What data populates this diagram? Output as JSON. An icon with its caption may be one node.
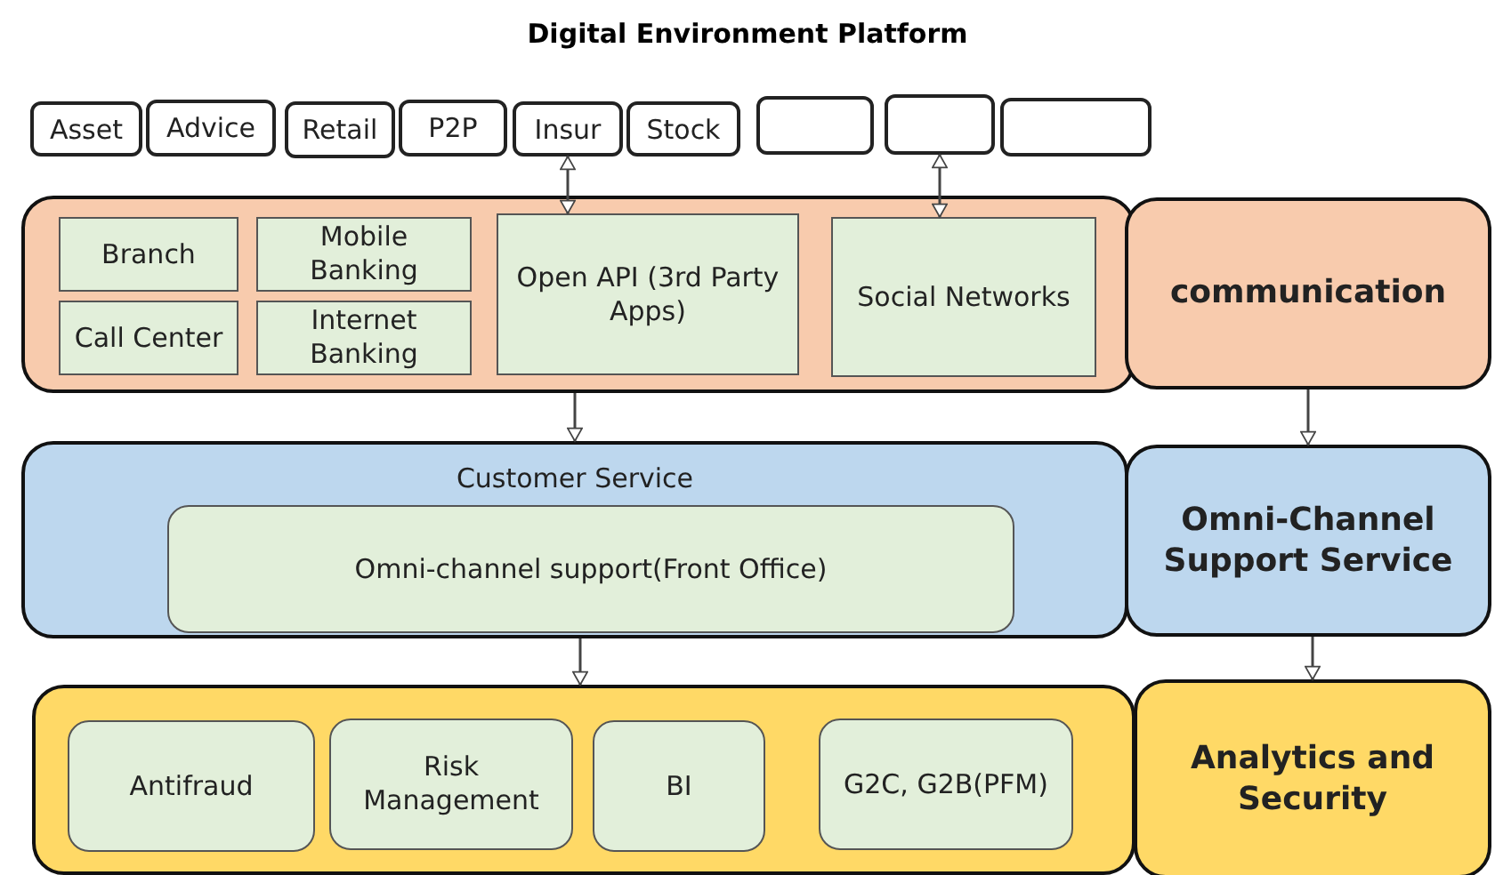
{
  "diagram": {
    "title": "Digital Environment Platform",
    "nodes": [
      {
        "text": [
          "Asset"
        ]
      },
      {
        "text": [
          "Advice"
        ]
      },
      {
        "text": [
          "Retail"
        ]
      },
      {
        "text": [
          "P2P"
        ]
      },
      {
        "text": [
          "Insur"
        ]
      },
      {
        "text": [
          "Stock"
        ]
      },
      {
        "text": [],
        "shape": "box"
      },
      {
        "text": [],
        "shape": "box"
      },
      {
        "text": [],
        "shape": "box"
      },
      {
        "text": [],
        "shape": "box"
      },
      {
        "text": [
          "Branch"
        ],
        "in": 9
      },
      {
        "text": [
          "Mobile Banking"
        ],
        "in": 9
      },
      {
        "text": [
          "Call Center"
        ],
        "in": 9
      },
      {
        "text": [
          "Internet Banking"
        ],
        "in": 9
      },
      {
        "text": [
          "Open API (3rd Party Apps)"
        ],
        "in": 9
      },
      {
        "text": [
          "Social Networks"
        ],
        "in": 9
      },
      {
        "text": [
          "communication"
        ]
      },
      {
        "text": [
          "Customer Service"
        ]
      },
      {
        "text": [
          "Omni-channel support(Front Office)"
        ],
        "in": 17
      },
      {
        "text": [
          "Omni-Channel Support Service"
        ]
      },
      {
        "text": [],
        "shape": "box"
      },
      {
        "text": [
          "Antifraud"
        ],
        "in": 20
      },
      {
        "text": [
          "Risk Management"
        ],
        "in": 20
      },
      {
        "text": [
          "BI"
        ],
        "in": 20
      },
      {
        "text": [
          "G2C, G2B(PFM)"
        ],
        "in": 20
      },
      {
        "text": [
          "Analytics and Security"
        ]
      }
    ],
    "edges": [
      {
        "from": 4,
        "to": 14,
        "arrow": "both"
      },
      {
        "from": 7,
        "to": 15,
        "arrow": "both"
      },
      {
        "from": 9,
        "to": 17,
        "arrow": "to"
      },
      {
        "from": 17,
        "to": 20,
        "arrow": "to"
      },
      {
        "from": 16,
        "to": 19,
        "arrow": "to"
      },
      {
        "from": 19,
        "to": 25,
        "arrow": "to"
      }
    ]
  }
}
